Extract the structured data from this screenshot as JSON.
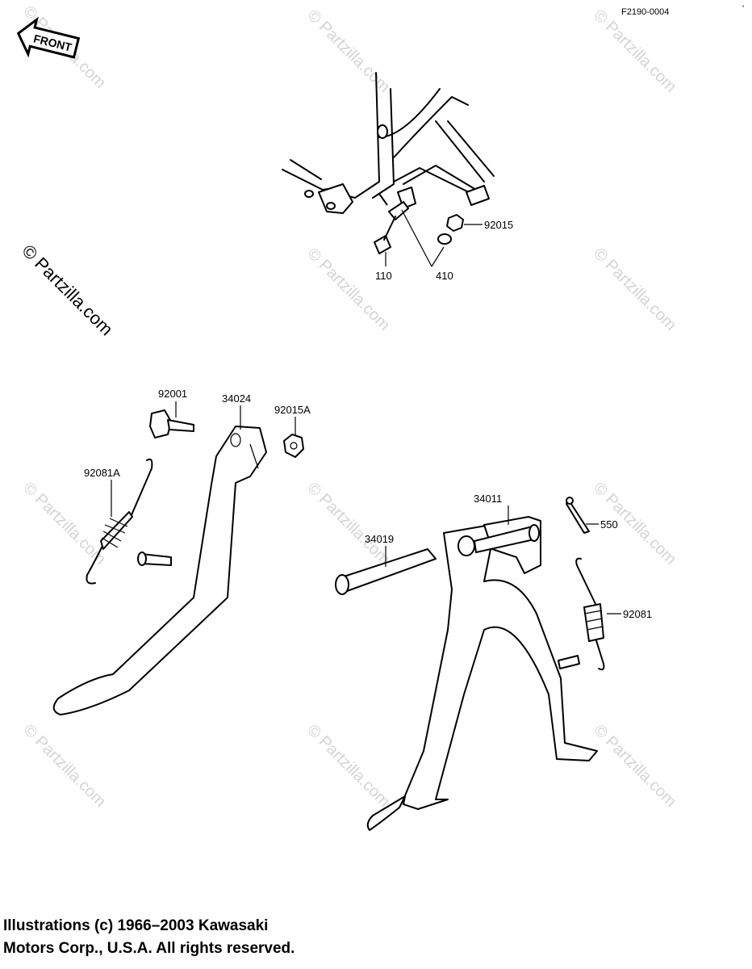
{
  "diagram": {
    "code": "F2190-0004",
    "front_label": "FRONT",
    "watermark_text": "© Partzilla.com",
    "labels": {
      "p110": "110",
      "p410": "410",
      "p92015": "92015",
      "p92001": "92001",
      "p34024": "34024",
      "p92015A": "92015A",
      "p92081A": "92081A",
      "p34011": "34011",
      "p34019": "34019",
      "p550": "550",
      "p92081": "92081"
    }
  },
  "footer": {
    "line1": "Illustrations (c) 1966–2003 Kawasaki",
    "line2": "Motors Corp., U.S.A.  All rights reserved."
  }
}
